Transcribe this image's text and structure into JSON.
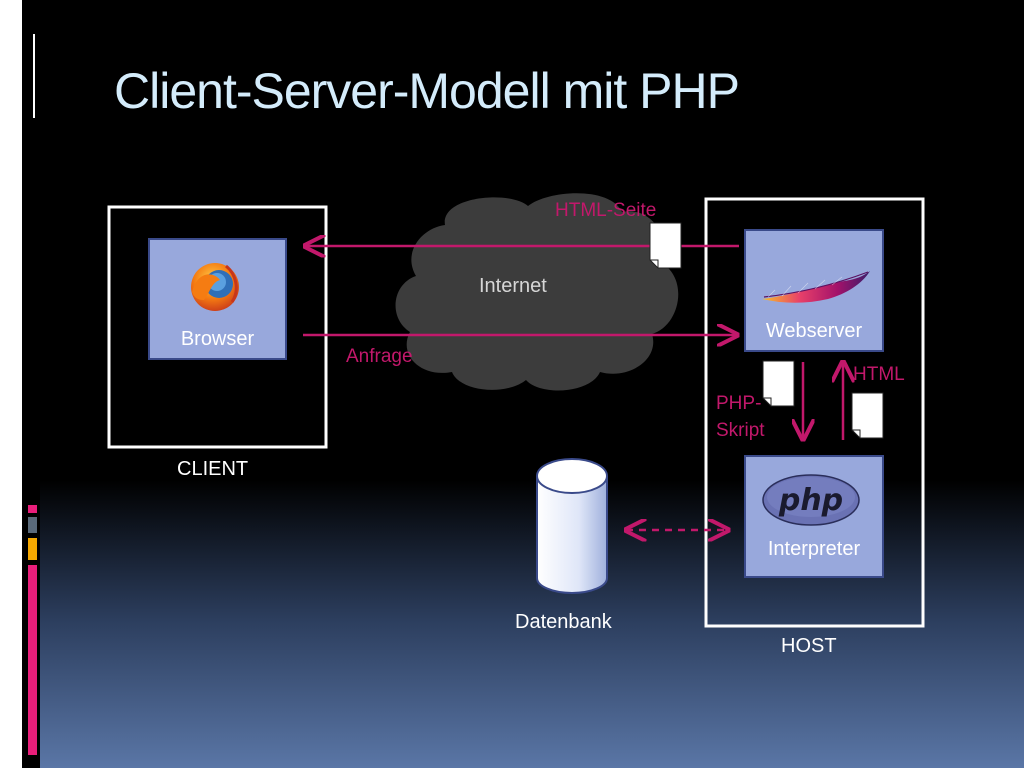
{
  "slide": {
    "title": "Client-Server-Modell mit PHP"
  },
  "diagram": {
    "client_label": "CLIENT",
    "host_label": "HOST",
    "browser_label": "Browser",
    "internet_label": "Internet",
    "webserver_label": "Webserver",
    "interpreter_label": "Interpreter",
    "database_label": "Datenbank",
    "request_label": "Anfrage",
    "response_label": "HTML-Seite",
    "script_label_line1": "PHP-",
    "script_label_line2": "Skript",
    "html_label": "HTML",
    "php_logo_text": "php"
  },
  "colors": {
    "title": "#d4ecfb",
    "arrow": "#c2186b",
    "node_fill": "#98a8dc",
    "node_border": "#3a4a8a",
    "cloud": "#3c3c3c"
  },
  "icons": [
    "firefox-icon",
    "apache-feather-icon",
    "php-logo-icon",
    "database-icon",
    "document-icon"
  ]
}
